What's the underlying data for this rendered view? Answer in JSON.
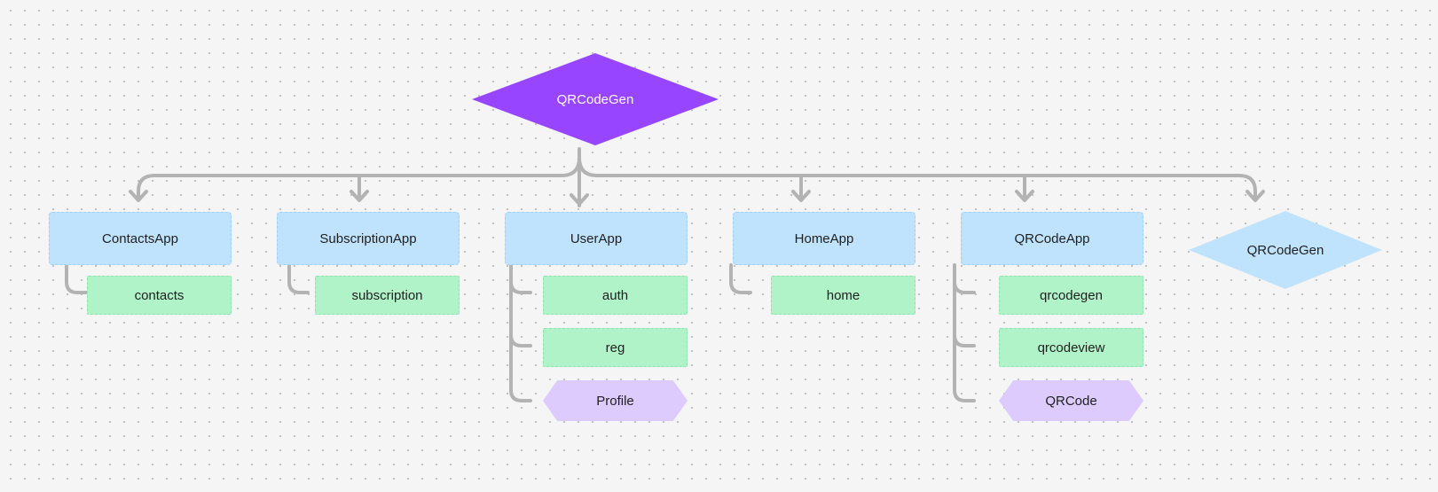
{
  "diagram": {
    "root": {
      "label": "QRCodeGen"
    },
    "apps": [
      {
        "label": "ContactsApp",
        "modules": [
          "contacts"
        ],
        "special": []
      },
      {
        "label": "SubscriptionApp",
        "modules": [
          "subscription"
        ],
        "special": []
      },
      {
        "label": "UserApp",
        "modules": [
          "auth",
          "reg"
        ],
        "special": [
          "Profile"
        ]
      },
      {
        "label": "HomeApp",
        "modules": [
          "home"
        ],
        "special": []
      },
      {
        "label": "QRCodeApp",
        "modules": [
          "qrcodegen",
          "qrcodeview"
        ],
        "special": [
          "QRCode"
        ]
      }
    ],
    "project_node": {
      "label": "QRCodeGen"
    }
  },
  "colors": {
    "root_fill": "#9845ff",
    "app_fill": "#bfe3fc",
    "module_fill": "#b1f3c9",
    "special_fill": "#dccbfc",
    "connector": "#b3b3b3"
  }
}
